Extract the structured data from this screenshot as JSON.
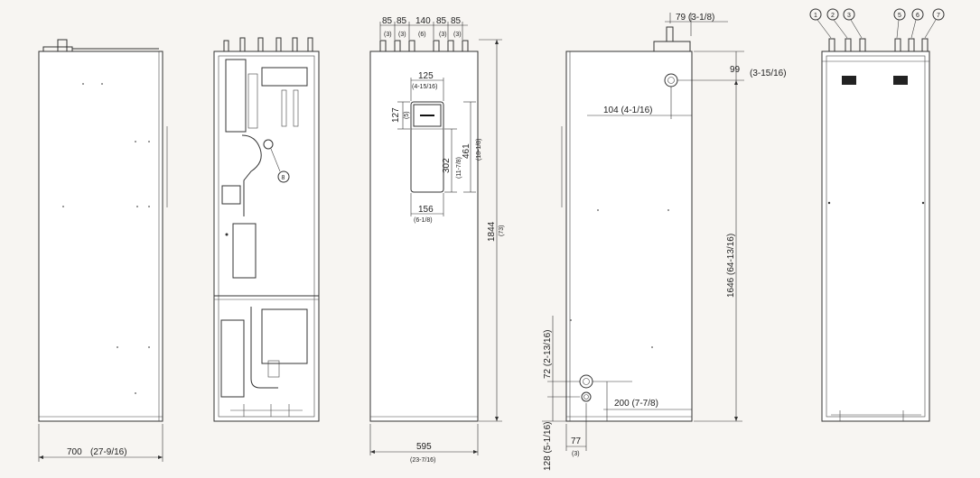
{
  "view1": {
    "width": "700",
    "width_in": "(27-9/16)"
  },
  "view2": {
    "callout_8": "8"
  },
  "view3": {
    "top_dims": [
      "85",
      "85",
      "140",
      "85",
      "85"
    ],
    "top_dims_in": [
      "(3)",
      "(3)",
      "(6)",
      "(3)",
      "(3)"
    ],
    "panel_w": "125",
    "panel_w_in": "(4-15/16)",
    "panel_h": "127",
    "panel_h_in": "(5)",
    "h302": "302",
    "h302_in": "(11-7/8)",
    "h461": "461",
    "h461_in": "(18-1/8)",
    "w156": "156",
    "w156_in": "(6-1/8)",
    "height": "1844",
    "height_in": "(73)",
    "width": "595",
    "width_in": "(23-7/16)"
  },
  "view4": {
    "d79": "79 (3-1/8)",
    "d99": "99",
    "d99_in": "(3-15/16)",
    "d104": "104 (4-1/16)",
    "d1646": "1646 (64-13/16)",
    "d72": "72 (2-13/16)",
    "d128": "128 (5-1/16)",
    "d200": "200 (7-7/8)",
    "d77": "77",
    "d77_in": "(3)"
  },
  "view5": {
    "connections": [
      "1",
      "2",
      "3",
      "5",
      "6",
      "7"
    ]
  }
}
